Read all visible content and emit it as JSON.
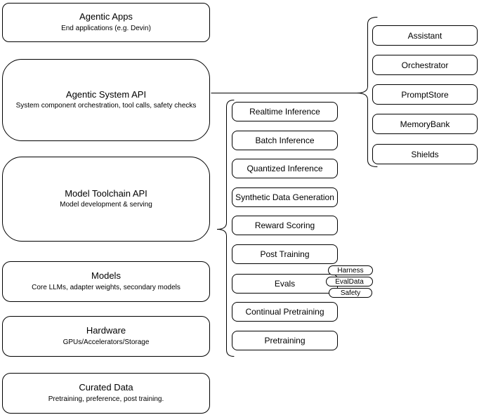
{
  "diagram": {
    "left_stack": [
      {
        "title": "Agentic Apps",
        "subtitle": "End applications (e.g. Devin)"
      },
      {
        "title": "Agentic System API",
        "subtitle": "System component orchestration, tool calls, safety checks"
      },
      {
        "title": "Model Toolchain API",
        "subtitle": "Model development & serving"
      },
      {
        "title": "Models",
        "subtitle": "Core LLMs, adapter weights, secondary models"
      },
      {
        "title": "Hardware",
        "subtitle": "GPUs/Accelerators/Storage"
      },
      {
        "title": "Curated Data",
        "subtitle": "Pretraining, preference, post training."
      }
    ],
    "toolchain_items": [
      "Realtime Inference",
      "Batch Inference",
      "Quantized Inference",
      "Synthetic Data Generation",
      "Reward Scoring",
      "Post Training",
      "Evals",
      "Continual Pretraining",
      "Pretraining"
    ],
    "eval_tags": [
      "Harness",
      "EvalData",
      "Safety"
    ],
    "system_components": [
      "Assistant",
      "Orchestrator",
      "PromptStore",
      "MemoryBank",
      "Shields"
    ],
    "colors": {
      "stroke": "#000000",
      "background": "#ffffff",
      "text": "#000000"
    }
  }
}
